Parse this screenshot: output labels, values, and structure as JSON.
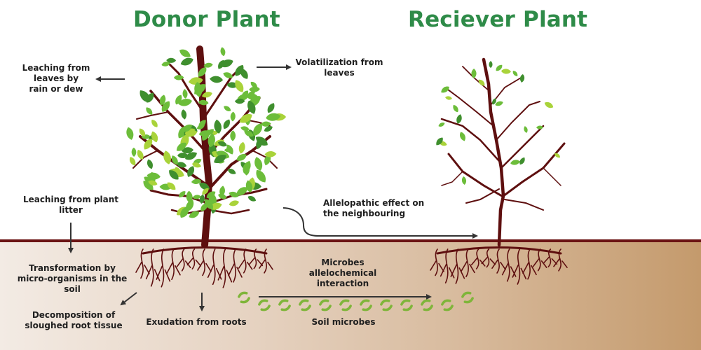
{
  "titles": {
    "donor": "Donor Plant",
    "receiver": "Reciever Plant"
  },
  "labels": {
    "leaching_leaves": [
      "Leaching from",
      "leaves by",
      "rain or dew"
    ],
    "volatilization": [
      "Volatilization from",
      "leaves"
    ],
    "leaching_litter": [
      "Leaching from plant",
      "litter"
    ],
    "allelopathic": [
      "Allelopathic effect on",
      "the neighbouring"
    ],
    "transformation": [
      "Transformation by",
      "micro-organisms in the",
      "soil"
    ],
    "decomposition": [
      "Decomposition of",
      "sloughed root tissue"
    ],
    "exudation": [
      "Exudation from roots"
    ],
    "microbes_interaction": [
      "Microbes",
      "allelochemical",
      "interaction"
    ],
    "soil_microbes": [
      "Soil microbes"
    ]
  },
  "colors": {
    "title_green": "#2e8b48",
    "trunk": "#5e0f0f",
    "ground_line": "#6b1414",
    "arrow": "#333333",
    "leaf_dark": "#3f8f2e",
    "leaf_mid": "#6cbd3a",
    "leaf_light": "#a9d33a",
    "microbe": "#7fb53a"
  },
  "icons": {
    "microbe": "soil-microbe-icon",
    "arrow": "arrow-icon"
  },
  "microbe_count": 12
}
